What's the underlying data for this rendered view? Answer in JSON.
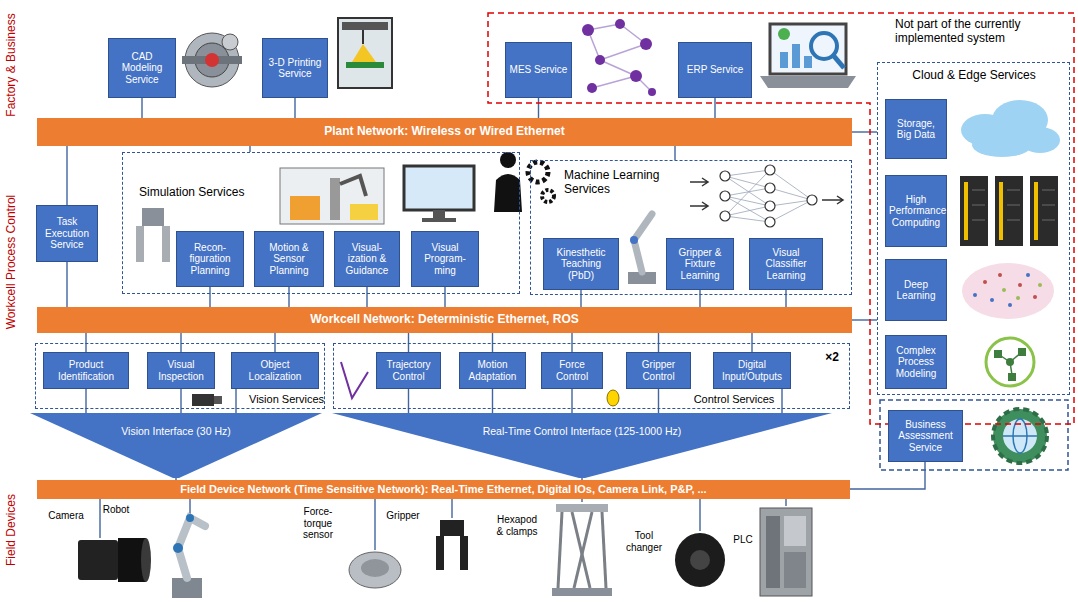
{
  "diagram": {
    "nodes": [
      {
        "text": [
          "CAD Modeling Service"
        ]
      },
      {
        "text": [
          "3-D Printing Service"
        ]
      },
      {
        "text": [
          "Not part of the currently implemented system"
        ]
      },
      {
        "text": [
          "MES Service"
        ],
        "in": 2
      },
      {
        "text": [
          "ERP Service"
        ],
        "in": 2
      },
      {
        "text": [
          "Cloud & Edge Services"
        ],
        "in": 2
      },
      {
        "text": [
          "Storage, Big Data"
        ],
        "in": 5
      },
      {
        "text": [
          "High Performance Computing"
        ],
        "in": 5
      },
      {
        "text": [
          "Deep Learning"
        ],
        "in": 5
      },
      {
        "text": [
          "Complex Process Modeling"
        ],
        "in": 5
      },
      {
        "text": [
          "Plant Network: Wireless or Wired Ethernet"
        ]
      },
      {
        "text": [
          "Task Execution Service"
        ]
      },
      {
        "text": [
          "Simulation Services"
        ]
      },
      {
        "text": [
          "Recon- figuration Planning"
        ],
        "in": 12
      },
      {
        "text": [
          "Motion & Sensor Planning"
        ],
        "in": 12
      },
      {
        "text": [
          "Visual- ization & Guidance"
        ],
        "in": 12
      },
      {
        "text": [
          "Visual Program- ming"
        ],
        "in": 12
      },
      {
        "text": [
          "Machine Learning Services"
        ]
      },
      {
        "text": [
          "Kinesthetic Teaching (PbD)"
        ],
        "in": 17
      },
      {
        "text": [
          "Gripper & Fixture Learning"
        ],
        "in": 17
      },
      {
        "text": [
          "Visual Classifier Learning"
        ],
        "in": 17
      },
      {
        "text": [
          "Workcell Network: Deterministic Ethernet, ROS"
        ]
      },
      {
        "text": [
          "Vision Services"
        ]
      },
      {
        "text": [
          "Product Identification"
        ],
        "in": 22
      },
      {
        "text": [
          "Visual Inspection"
        ],
        "in": 22
      },
      {
        "text": [
          "Object Localization"
        ],
        "in": 22
      },
      {
        "text": [
          "Control Services"
        ]
      },
      {
        "text": [
          "Trajectory Control"
        ],
        "in": 26
      },
      {
        "text": [
          "Motion Adaptation"
        ],
        "in": 26
      },
      {
        "text": [
          "Force Control"
        ],
        "in": 26
      },
      {
        "text": [
          "Gripper Control"
        ],
        "in": 26
      },
      {
        "text": [
          "Digital Input/Outputs"
        ],
        "in": 26
      },
      {
        "text": [
          "Business Assessment Service"
        ]
      },
      {
        "text": [
          "Vision Interface (30 Hz)"
        ]
      },
      {
        "text": [
          "Real-Time Control Interface (125-1000 Hz)"
        ]
      },
      {
        "text": [
          "Field Device Network (Time Sensitive Network): Real-Time Ethernet, Digital IOs, Camera Link, P&P, ..."
        ]
      }
    ],
    "edges": [
      {
        "from": 0,
        "to": 10,
        "arrow": "none"
      },
      {
        "from": 1,
        "to": 10,
        "arrow": "none"
      },
      {
        "from": 3,
        "to": 10,
        "arrow": "none"
      },
      {
        "from": 4,
        "to": 10,
        "arrow": "none"
      },
      {
        "from": 10,
        "to": 5,
        "arrow": "none"
      },
      {
        "from": 21,
        "to": 5,
        "arrow": "none"
      },
      {
        "from": 10,
        "to": 11,
        "arrow": "none"
      },
      {
        "from": 11,
        "to": 21,
        "arrow": "none"
      },
      {
        "from": 10,
        "to": 12,
        "arrow": "none"
      },
      {
        "from": 10,
        "to": 17,
        "arrow": "none"
      },
      {
        "from": 13,
        "to": 21,
        "arrow": "none"
      },
      {
        "from": 14,
        "to": 21,
        "arrow": "none"
      },
      {
        "from": 15,
        "to": 21,
        "arrow": "none"
      },
      {
        "from": 16,
        "to": 21,
        "arrow": "none"
      },
      {
        "from": 18,
        "to": 21,
        "arrow": "none"
      },
      {
        "from": 19,
        "to": 21,
        "arrow": "none"
      },
      {
        "from": 20,
        "to": 21,
        "arrow": "none"
      },
      {
        "from": 21,
        "to": 23,
        "arrow": "none"
      },
      {
        "from": 21,
        "to": 24,
        "arrow": "none"
      },
      {
        "from": 21,
        "to": 25,
        "arrow": "none"
      },
      {
        "from": 21,
        "to": 27,
        "arrow": "none"
      },
      {
        "from": 21,
        "to": 28,
        "arrow": "none"
      },
      {
        "from": 21,
        "to": 29,
        "arrow": "none"
      },
      {
        "from": 21,
        "to": 30,
        "arrow": "none"
      },
      {
        "from": 21,
        "to": 31,
        "arrow": "none"
      },
      {
        "from": 23,
        "to": 33,
        "arrow": "none"
      },
      {
        "from": 24,
        "to": 33,
        "arrow": "none"
      },
      {
        "from": 25,
        "to": 33,
        "arrow": "none"
      },
      {
        "from": 27,
        "to": 34,
        "arrow": "none"
      },
      {
        "from": 28,
        "to": 34,
        "arrow": "none"
      },
      {
        "from": 29,
        "to": 34,
        "arrow": "none"
      },
      {
        "from": 30,
        "to": 34,
        "arrow": "none"
      },
      {
        "from": 31,
        "to": 34,
        "arrow": "none"
      },
      {
        "from": 33,
        "to": 35,
        "arrow": "none"
      },
      {
        "from": 34,
        "to": 35,
        "arrow": "none"
      },
      {
        "from": 35,
        "to": 32,
        "arrow": "none"
      }
    ],
    "labels": [
      "Factory & Business",
      "Workcell Process Control",
      "Field Devices",
      "×2",
      "Camera",
      "Robot",
      "Force- torque sensor",
      "Gripper",
      "Hexapod & clamps",
      "Tool changer",
      "PLC"
    ]
  }
}
